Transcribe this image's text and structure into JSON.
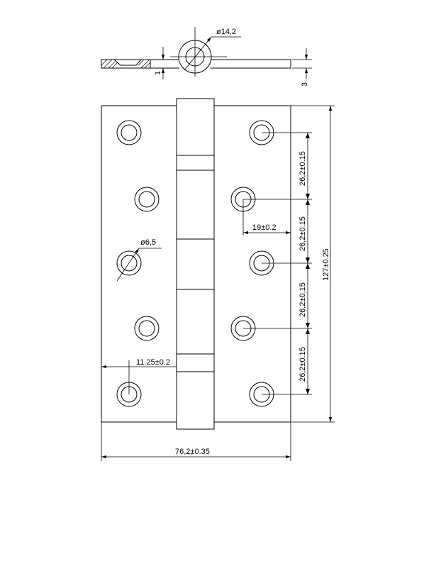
{
  "drawing": {
    "subject": "butt hinge technical drawing",
    "stroke_color": "#000000",
    "background_color": "#ffffff"
  },
  "dimensions": {
    "countersink_diameter": "ø14,2",
    "plate_thickness": "1",
    "knuckle_thickness": "3",
    "hole_diameter": "ø6,5",
    "hole_pitch": "26,2±0.15",
    "hole_edge_offset_right": "19±0.2",
    "hole_edge_offset_left": "11.25±0.2",
    "overall_height": "127±0.25",
    "overall_width": "76,2±0.35"
  },
  "holes": {
    "left_leaf_count": 5,
    "right_leaf_count": 5
  },
  "knuckles": {
    "count": 5
  }
}
